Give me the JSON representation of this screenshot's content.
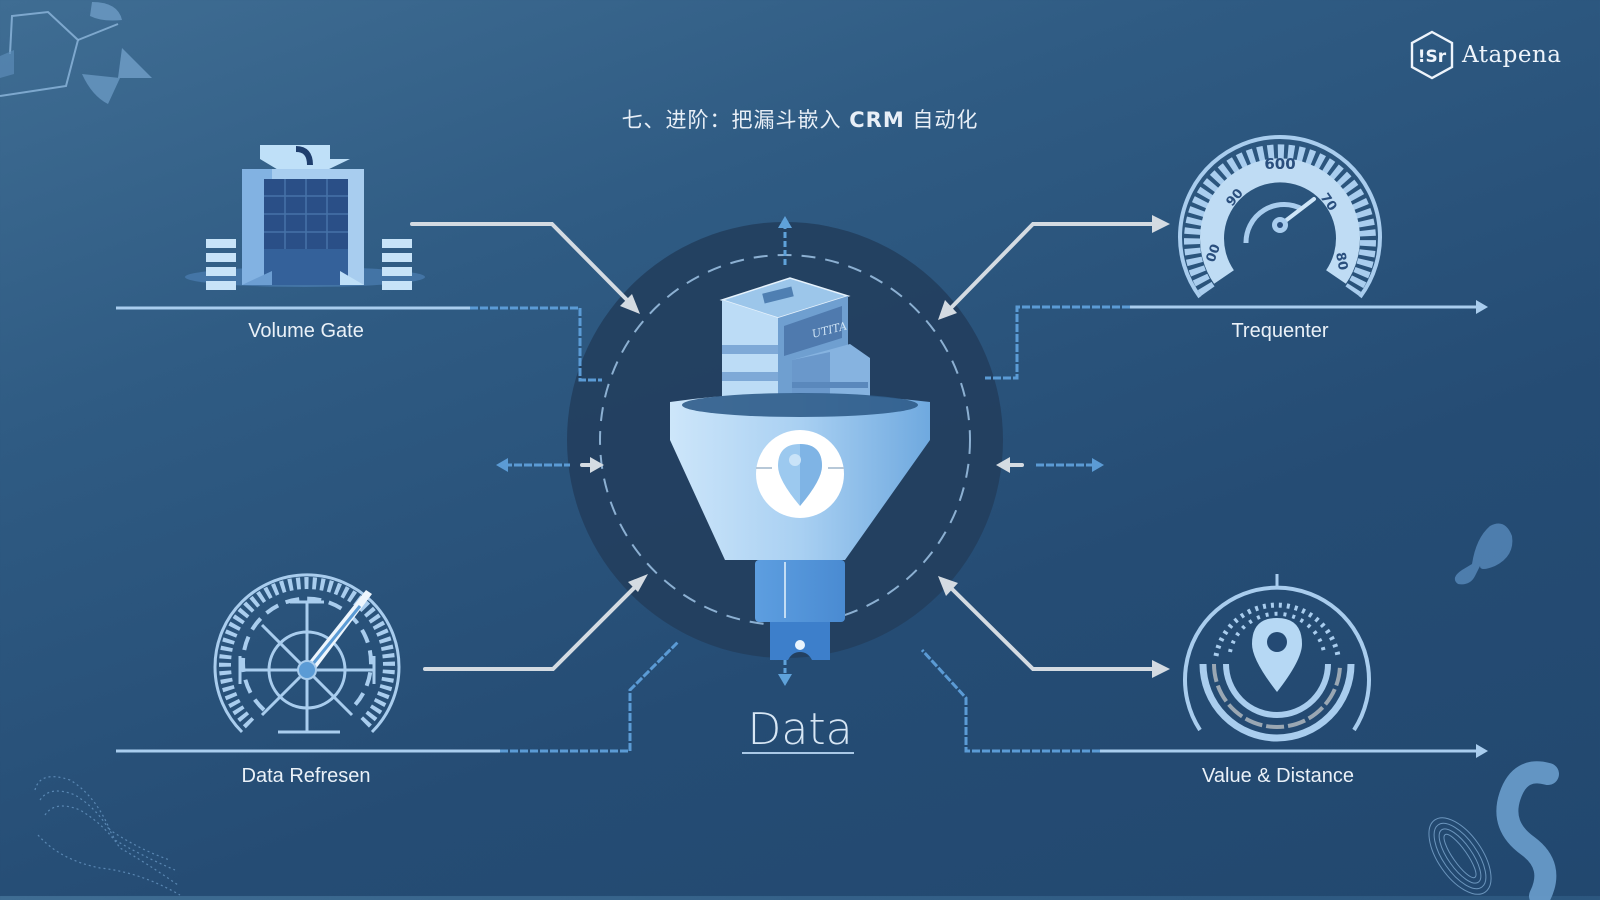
{
  "slide": {
    "title_prefix": "七、进阶：把漏斗嵌入",
    "title_highlight": "CRM",
    "title_suffix": "自动化"
  },
  "brand": {
    "logo_icon": "hexagon-s-logo-icon",
    "logo_glyph": "!Sr",
    "name": "Atapena"
  },
  "center": {
    "label": "Data",
    "funnel_icon": "funnel-icon",
    "server_label": "UTITA",
    "pin_icon": "location-pin-icon"
  },
  "nodes": [
    {
      "id": "volume-gate",
      "label": "Volume Gate",
      "icon": "gate-building-icon"
    },
    {
      "id": "trequenter",
      "label": "Trequenter",
      "icon": "speedometer-icon",
      "gauge_top_value": "600"
    },
    {
      "id": "data-refresen",
      "label": "Data Refresen",
      "icon": "dial-gauge-icon"
    },
    {
      "id": "value-distance",
      "label": "Value & Distance",
      "icon": "location-radar-icon"
    }
  ],
  "colors": {
    "background_top": "#3f6d93",
    "background_bottom": "#22486f",
    "circle": "#233f5e",
    "accent_light": "#a9cdee",
    "accent_mid": "#5b9bd5",
    "arrow_gray": "#d4dbe2",
    "text": "#eaf1f8"
  }
}
